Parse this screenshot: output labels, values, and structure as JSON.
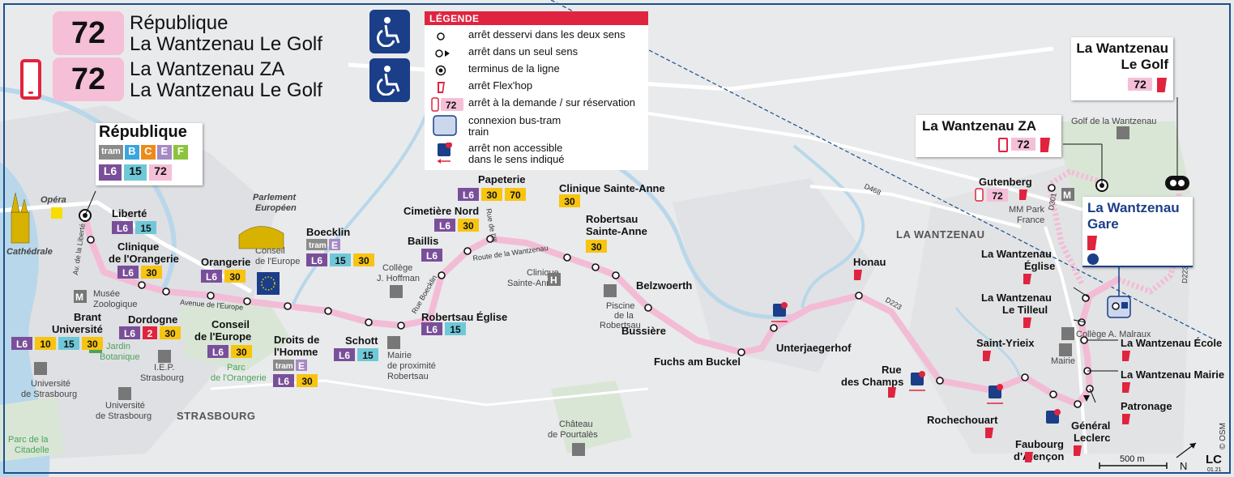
{
  "header": {
    "line_number": "72",
    "route_1": {
      "from": "République",
      "to": "La Wantzenau Le Golf"
    },
    "route_2": {
      "from": "La Wantzenau ZA",
      "to": "La Wantzenau Le Golf"
    }
  },
  "legend": {
    "title": "LÉGENDE",
    "items": [
      {
        "icon": "two-way-stop-icon",
        "label": "arrêt desservi dans les deux sens"
      },
      {
        "icon": "one-way-stop-icon",
        "label": "arrêt dans un seul sens"
      },
      {
        "icon": "terminus-icon",
        "label": "terminus de la ligne"
      },
      {
        "icon": "flexhop-icon",
        "label": "arrêt Flex'hop"
      },
      {
        "icon": "on-demand-icon",
        "badge": "72",
        "label": "arrêt à la demande / sur réservation"
      },
      {
        "icon": "bus-tram-connection-icon",
        "label": "connexion bus-tram train",
        "line1": "connexion bus-tram",
        "line2": "train"
      },
      {
        "icon": "not-accessible-icon",
        "label": "arrêt non accessible dans le sens indiqué",
        "line1": "arrêt non accessible",
        "line2": "dans le sens indiqué"
      }
    ]
  },
  "colors": {
    "route": "#f3bcd6",
    "badge_pink": "#f5bfd8",
    "badge_l6": "#7a4f9a",
    "badge_15": "#6fc8d8",
    "badge_30": "#f7c410",
    "badge_10": "#f7c410",
    "badge_2": "#e0243f",
    "badge_70": "#f7c410",
    "tram_grey": "#8b8b8b",
    "tram_b": "#3aa6dd",
    "tram_c": "#ec8b1a",
    "tram_e": "#a68ac4",
    "tram_f": "#8cc43d",
    "accent_red": "#e0243f",
    "frame_blue": "#1b4f8c"
  },
  "republique": {
    "name": "République",
    "tram_label": "tram",
    "trams": [
      "B",
      "C",
      "E",
      "F"
    ],
    "lines": [
      "L6",
      "15",
      "72"
    ]
  },
  "golf_box": {
    "line1": "La Wantzenau",
    "line2": "Le Golf",
    "badge": "72"
  },
  "za_box": {
    "name": "La Wantzenau ZA",
    "badge": "72"
  },
  "gare_box": {
    "line1": "La Wantzenau",
    "line2": "Gare"
  },
  "stops": [
    {
      "name": "Liberté",
      "badges": [
        "L6",
        "15"
      ]
    },
    {
      "name": "Clinique de l'Orangerie",
      "line1": "Clinique",
      "line2": "de l'Orangerie",
      "badges": [
        "L6",
        "30"
      ]
    },
    {
      "name": "Brant Université",
      "line1": "Brant",
      "line2": "Université",
      "badges": [
        "L6",
        "10",
        "15",
        "30"
      ]
    },
    {
      "name": "Dordogne",
      "badges": [
        "L6",
        "2",
        "30"
      ]
    },
    {
      "name": "Orangerie",
      "badges": [
        "L6",
        "30"
      ]
    },
    {
      "name": "Conseil de l'Europe",
      "line1": "Conseil",
      "line2": "de l'Europe",
      "badges": [
        "L6",
        "30"
      ]
    },
    {
      "name": "Droits de l'Homme",
      "line1": "Droits de",
      "line2": "l'Homme",
      "tram": [
        "E"
      ],
      "badges": [
        "L6",
        "30"
      ]
    },
    {
      "name": "Boecklin",
      "tram": [
        "E"
      ],
      "badges": [
        "L6",
        "15",
        "30"
      ]
    },
    {
      "name": "Schott",
      "badges": [
        "L6",
        "15"
      ]
    },
    {
      "name": "Robertsau Église",
      "badges": [
        "L6",
        "15"
      ]
    },
    {
      "name": "Baillis",
      "badges": [
        "L6"
      ]
    },
    {
      "name": "Cimetière Nord",
      "badges": [
        "L6",
        "30"
      ]
    },
    {
      "name": "Papeterie",
      "badges": [
        "L6",
        "30",
        "70"
      ]
    },
    {
      "name": "Clinique Sainte-Anne",
      "badges": [
        "30"
      ]
    },
    {
      "name": "Robertsau Sainte-Anne",
      "line1": "Robertsau",
      "line2": "Sainte-Anne",
      "badges": [
        "30"
      ]
    },
    {
      "name": "Belzwoerth"
    },
    {
      "name": "Bussière"
    },
    {
      "name": "Fuchs am Buckel"
    },
    {
      "name": "Unterjaegerhof"
    },
    {
      "name": "Honau"
    },
    {
      "name": "Rue des Champs",
      "line1": "Rue",
      "line2": "des Champs"
    },
    {
      "name": "Rochechouart"
    },
    {
      "name": "Saint-Yrieix"
    },
    {
      "name": "Faubourg d'Alençon",
      "line1": "Faubourg",
      "line2": "d'Alençon"
    },
    {
      "name": "Général Leclerc",
      "line1": "Général",
      "line2": "Leclerc"
    },
    {
      "name": "Patronage"
    },
    {
      "name": "La Wantzenau Mairie"
    },
    {
      "name": "La Wantzenau École"
    },
    {
      "name": "La Wantzenau Le Tilleul",
      "line1": "La Wantzenau",
      "line2": "Le Tilleul"
    },
    {
      "name": "La Wantzenau Église",
      "line1": "La Wantzenau",
      "line2": "Église"
    },
    {
      "name": "Gutenberg",
      "badge": "72"
    }
  ],
  "places": {
    "opera": "Opéra",
    "cathedrale": "Cathédrale",
    "parlement_1": "Parlement",
    "parlement_2": "Européen",
    "conseil_europe_1": "Conseil",
    "conseil_europe_2": "de l'Europe",
    "college_1": "Collège",
    "college_2": "J. Hoffman",
    "clinique_sa_1": "Clinique",
    "clinique_sa_2": "Sainte-Anne",
    "piscine_1": "Piscine",
    "piscine_2": "de la",
    "piscine_3": "Robertsau",
    "musee_1": "Musée",
    "musee_2": "Zoologique",
    "jardin_1": "Jardin",
    "jardin_2": "Botanique",
    "iep_1": "I.E.P.",
    "iep_2": "Strasbourg",
    "univ_1a": "Université",
    "univ_1b": "de Strasbourg",
    "univ_2a": "Université",
    "univ_2b": "de Strasbourg",
    "strasbourg": "STRASBOURG",
    "parc_orangerie_1": "Parc",
    "parc_orangerie_2": "de l'Orangerie",
    "parc_citadelle_1": "Parc de la",
    "parc_citadelle_2": "Citadelle",
    "mairie_prox_1": "Mairie",
    "mairie_prox_2": "de proximité",
    "mairie_prox_3": "Robertsau",
    "chateau_1": "Château",
    "chateau_2": "de Pourtalès",
    "la_wantzenau": "LA WANTZENAU",
    "golf": "Golf de la Wantzenau",
    "mm_park_1": "MM Park",
    "mm_park_2": "France",
    "college_malraux": "Collège A. Malraux",
    "mairie": "Mairie"
  },
  "roads": {
    "av_liberte": "Av. de la Liberté",
    "av_europe": "Avenue de l'Europe",
    "rue_boecklin": "Rue Boecklin",
    "route_wantzenau": "Route de la Wantzenau",
    "rue_ill": "Rue de l'Ill",
    "d468": "D468",
    "d301": "D301",
    "d223_a": "D223",
    "d223_b": "D223"
  },
  "scale": {
    "label": "500 m"
  },
  "north": "N",
  "credits": {
    "osm": "© OSM",
    "logo": "LC",
    "version": "01.21"
  }
}
